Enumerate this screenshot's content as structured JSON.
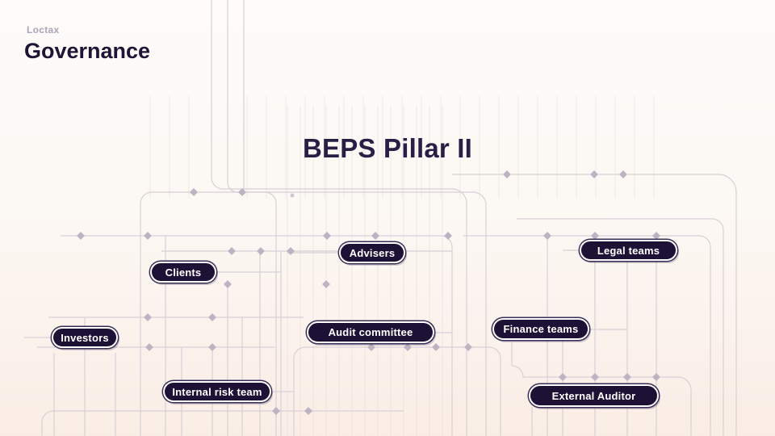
{
  "slide": {
    "logo": "Loctax",
    "heading": "Governance"
  },
  "diagram": {
    "title": "BEPS Pillar II",
    "nodes": [
      {
        "id": "investors",
        "label": "Investors"
      },
      {
        "id": "clients",
        "label": "Clients"
      },
      {
        "id": "internal-risk-team",
        "label": "Internal risk team"
      },
      {
        "id": "advisers",
        "label": "Advisers"
      },
      {
        "id": "audit-committee",
        "label": "Audit committee"
      },
      {
        "id": "legal-teams",
        "label": "Legal teams"
      },
      {
        "id": "finance-teams",
        "label": "Finance teams"
      },
      {
        "id": "external-auditor",
        "label": "External Auditor"
      }
    ]
  },
  "colors": {
    "background_top": "#FDFCFA",
    "background_bottom": "#FAEDE5",
    "node_fill": "#1D1235",
    "node_text": "#FFFFFF",
    "node_inner_ring": "#FFFFFF",
    "node_outline": "#372C58",
    "circuit_line": "#D7D0D8",
    "circuit_line_faint": "#E3DDE0",
    "junction_marker": "#BDB4C3",
    "title_text": "#262046",
    "heading_text": "#1E1436",
    "logo_text": "#ABA4BA"
  }
}
